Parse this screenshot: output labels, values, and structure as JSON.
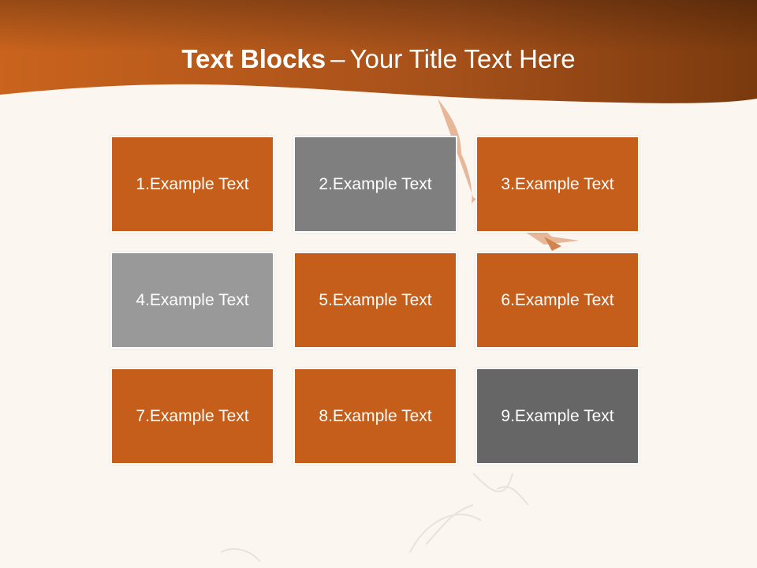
{
  "title": {
    "bold": "Text Blocks",
    "separator": "–",
    "rest": "Your Title Text Here"
  },
  "blocks": [
    {
      "label": "1.Example Text",
      "color": "#c55e1a"
    },
    {
      "label": "2.Example Text",
      "color": "#7f7f7f"
    },
    {
      "label": "3.Example Text",
      "color": "#c55e1a"
    },
    {
      "label": "4.Example Text",
      "color": "#999999"
    },
    {
      "label": "5.Example Text",
      "color": "#c55e1a"
    },
    {
      "label": "6.Example Text",
      "color": "#c55e1a"
    },
    {
      "label": "7.Example Text",
      "color": "#c55e1a"
    },
    {
      "label": "8.Example Text",
      "color": "#c55e1a"
    },
    {
      "label": "9.Example Text",
      "color": "#666666"
    }
  ],
  "colors": {
    "header_left": "#c9631d",
    "header_right": "#7a3a0e",
    "background": "#fcf6f1"
  }
}
